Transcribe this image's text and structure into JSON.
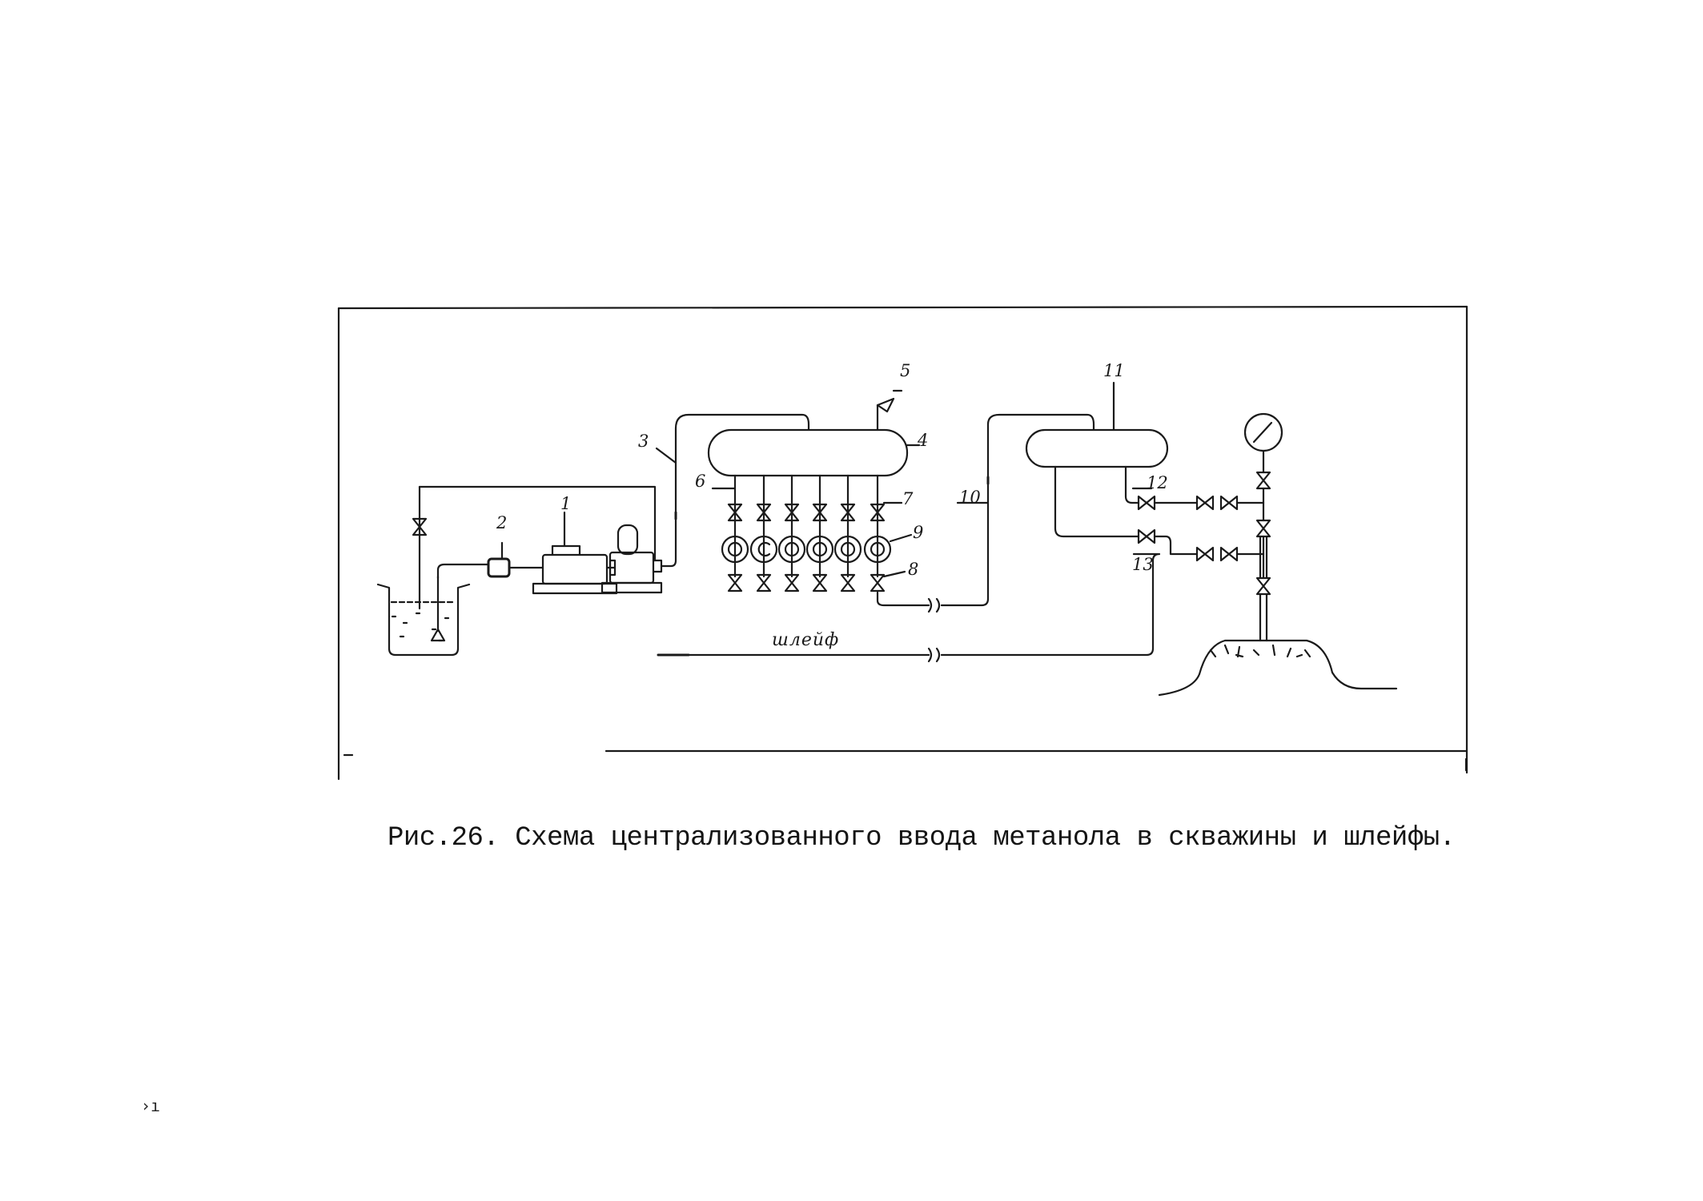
{
  "figure": {
    "caption": "Рис.26. Схема централизованного ввода метанола в скважины и шлейфы.",
    "line_label": "шлейф",
    "callouts": [
      "1",
      "2",
      "3",
      "4",
      "5",
      "6",
      "7",
      "8",
      "9",
      "10",
      "11",
      "12",
      "13"
    ]
  },
  "margin_mark": "›ı"
}
